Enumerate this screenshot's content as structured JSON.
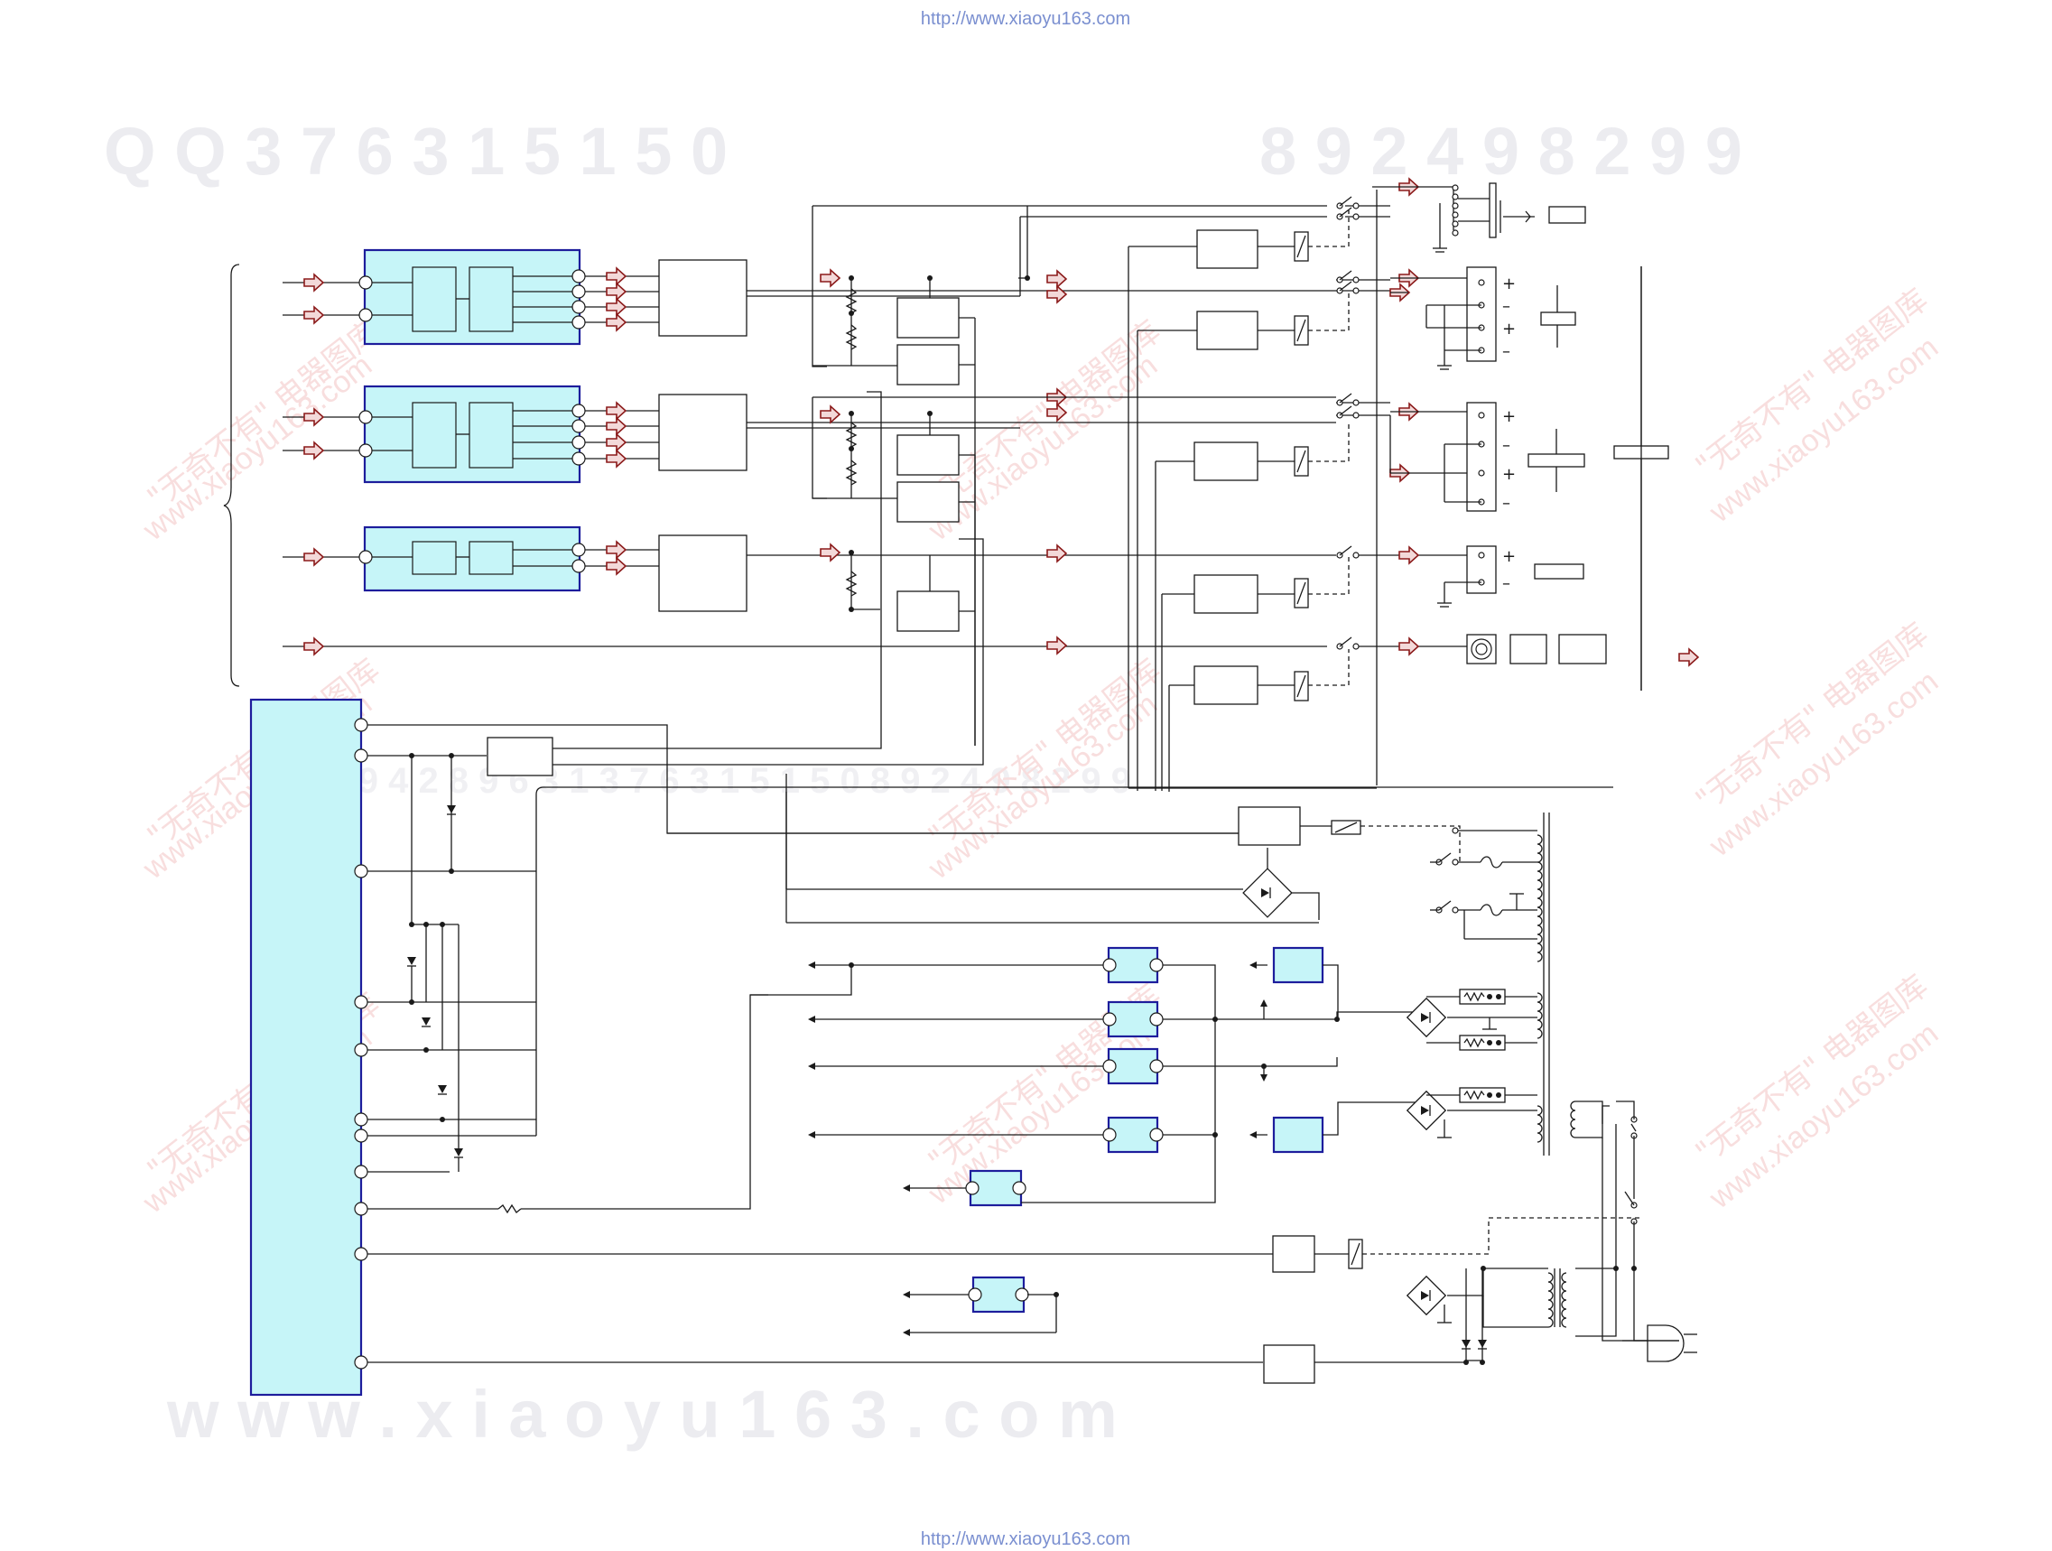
{
  "header_url": "http://www.xiaoyu163.com",
  "footer_url": "http://www.xiaoyu163.com",
  "watermarks": {
    "top_left": "Q Q   3 7 6 3 1 5 1 5 0",
    "top_right": "8 9 2 4 9 8 2 9 9",
    "middle": "2 9 9 4 2 8 9 6 3 1 3 7 6 3 1 5 1 5 0 8 9 2 4 9 8 2 9 9",
    "bottom": "w w w . x i a o y u 1 6 3 . c o m",
    "cn_tag": "\"无奇不有\" 电器图库",
    "site": "www.xiaoyu163.com"
  },
  "terminal_marks": {
    "plus": "+",
    "minus": "–"
  },
  "colors": {
    "block_fill": "#c6f5f8",
    "block_border": "#1d1d9c",
    "arrow_fill": "#f3d9d9",
    "arrow_stroke": "#8b1a1a",
    "wire": "#1a1a1a"
  }
}
